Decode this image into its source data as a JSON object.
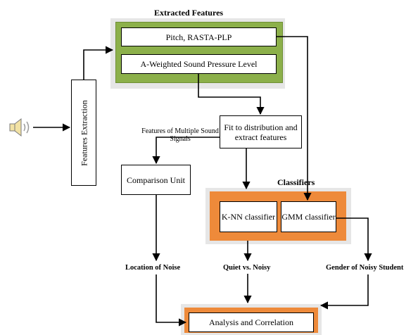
{
  "extracted_features": {
    "title": "Extracted Features",
    "item_1": "Pitch, RASTA-PLP",
    "item_2": "A-Weighted Sound Pressure Level"
  },
  "features_extraction": "Features  Extraction",
  "multiple_signals_label": "Features of Multiple Sound Signals",
  "fit_box": "Fit to distribution and extract features",
  "comparison_unit": "Comparison Unit",
  "classifiers": {
    "title": "Classifiers",
    "knn": "K-NN classifier",
    "gmm": "GMM classifier"
  },
  "outputs": {
    "location": "Location of Noise",
    "quiet_noisy": "Quiet vs. Noisy",
    "gender": "Gender of Noisy Student"
  },
  "analysis": "Analysis and Correlation",
  "colors": {
    "green": "#8cb04a",
    "orange": "#ee8a3a"
  },
  "icons": {
    "speaker": "speaker-icon"
  }
}
